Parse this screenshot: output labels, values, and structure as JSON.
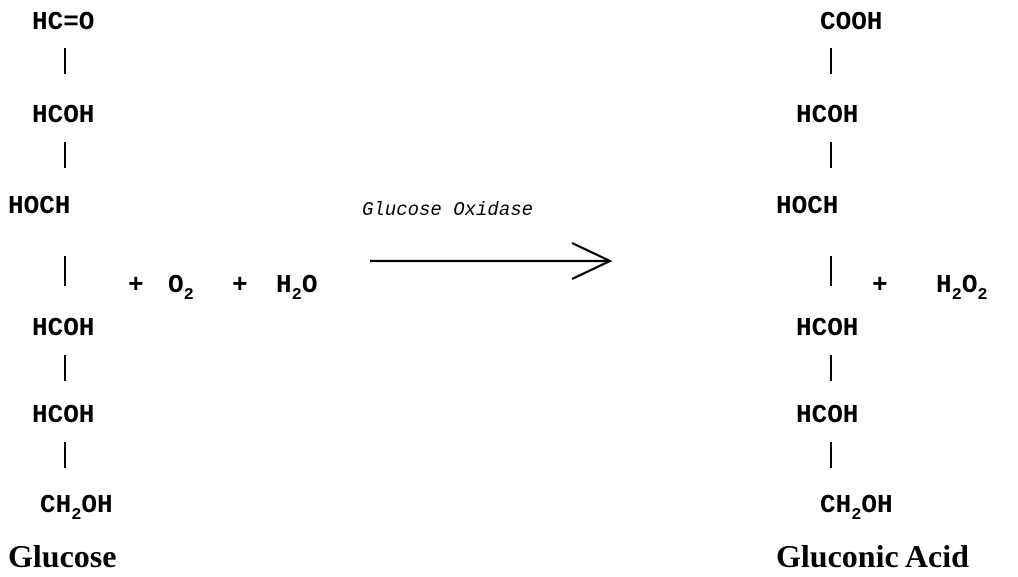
{
  "reactant": {
    "chain": [
      "HC=O",
      "HCOH",
      "HOCH",
      "HCOH",
      "HCOH"
    ],
    "terminal": {
      "prefix": "CH",
      "sub": "2",
      "suffix": "OH"
    },
    "name": "Glucose"
  },
  "reagents": {
    "plus1": "+",
    "o2": {
      "prefix": "O",
      "sub": "2"
    },
    "plus2": "+",
    "h2o": {
      "prefix": "H",
      "sub": "2",
      "suffix": "O"
    }
  },
  "arrow": {
    "label": "Glucose Oxidase"
  },
  "product": {
    "chain": [
      "COOH",
      "HCOH",
      "HOCH",
      "HCOH",
      "HCOH"
    ],
    "terminal": {
      "prefix": "CH",
      "sub": "2",
      "suffix": "OH"
    },
    "name": "Gluconic Acid"
  },
  "byproduct": {
    "plus": "+",
    "h2o2": {
      "p1": "H",
      "s1": "2",
      "p2": "O",
      "s2": "2"
    }
  }
}
